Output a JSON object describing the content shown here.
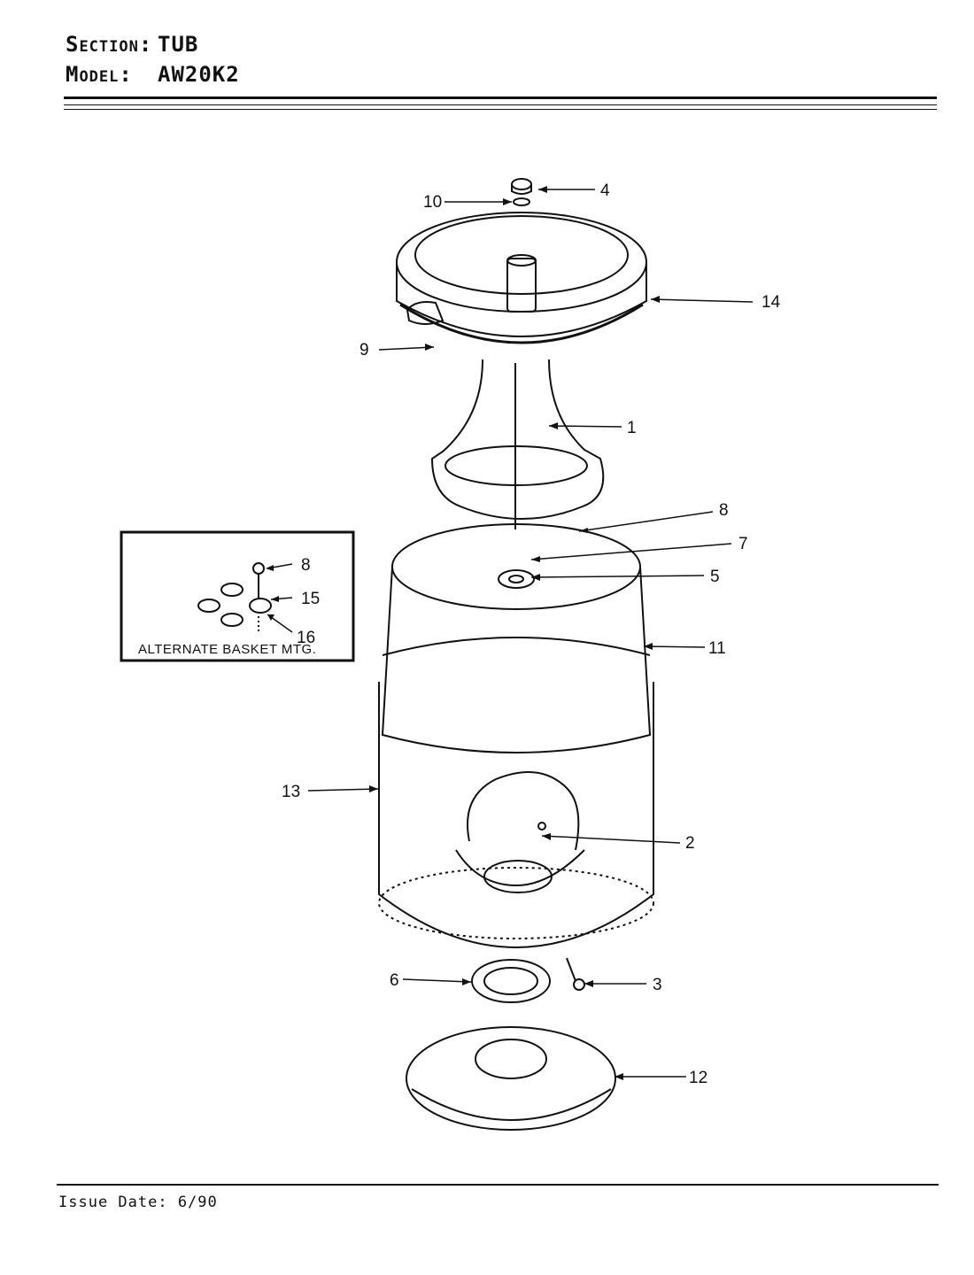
{
  "header": {
    "section_label": "Section:",
    "section_value": "TUB",
    "model_label": "Model:",
    "model_value": "AW20K2"
  },
  "footer": {
    "issue_date": "Issue Date: 6/90"
  },
  "inset": {
    "title": "ALTERNATE BASKET MTG."
  },
  "callouts": [
    "1",
    "2",
    "3",
    "4",
    "5",
    "6",
    "7",
    "8",
    "9",
    "10",
    "11",
    "12",
    "13",
    "14",
    "15",
    "16"
  ]
}
